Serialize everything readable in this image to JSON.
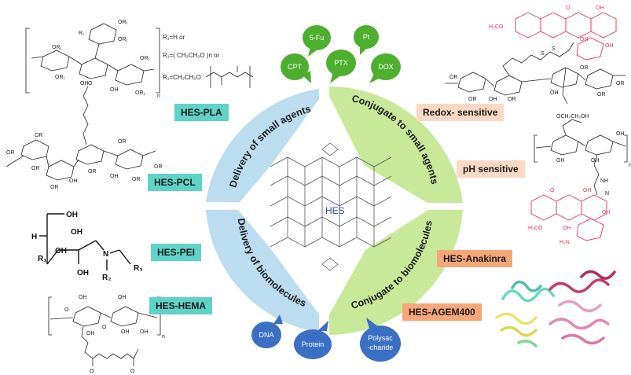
{
  "center_label": "HES",
  "sections": {
    "top_left": "Delivery of small agents",
    "top_right": "Conjugate to small agents",
    "bottom_left": "Delivery of biomolecules",
    "bottom_right": "Conjugate to biomolecules"
  },
  "small_agents": [
    "5-Fu",
    "Pt",
    "CPT",
    "PTX",
    "DOX"
  ],
  "biomolecules": [
    "DNA",
    "Protein",
    "Polysac",
    "-charide"
  ],
  "left_labels": [
    "HES-PLA",
    "HES-PCL",
    "HES-PEI",
    "HES-HEMA"
  ],
  "right_labels": [
    "Redox- sensitive",
    "pH sensitive",
    "HES-Anakinra",
    "HES-AGEM400"
  ],
  "chem_text": {
    "r1_h": "R₁=H or",
    "r1_peg": "R₁=( CH₂CH₂O )n  or",
    "r1_pla": "R₁=CH₂CH₂O",
    "or": "OR",
    "or1": "OR₁",
    "oh": "OH",
    "h": "H",
    "n": "n",
    "o": "O",
    "r1": "R₁",
    "r2": "R₂",
    "r3": "R₃",
    "n_atom": "N",
    "nh": "NH",
    "h2n": "H₂N",
    "h3co": "H₃CO",
    "s": "S",
    "och2ch2oh": "OCH₂CH₂OH"
  },
  "colors": {
    "blue_quadrant": "#bcdcf0",
    "green_quadrant": "#c8e89a",
    "green_bubble": "#4caf2e",
    "blue_bubble": "#3a6fc4",
    "teal_label": "#5fd3c6",
    "peach_label": "#fbd9c4",
    "orange_label": "#f5a77a",
    "drug_pink": "#e8325a"
  }
}
